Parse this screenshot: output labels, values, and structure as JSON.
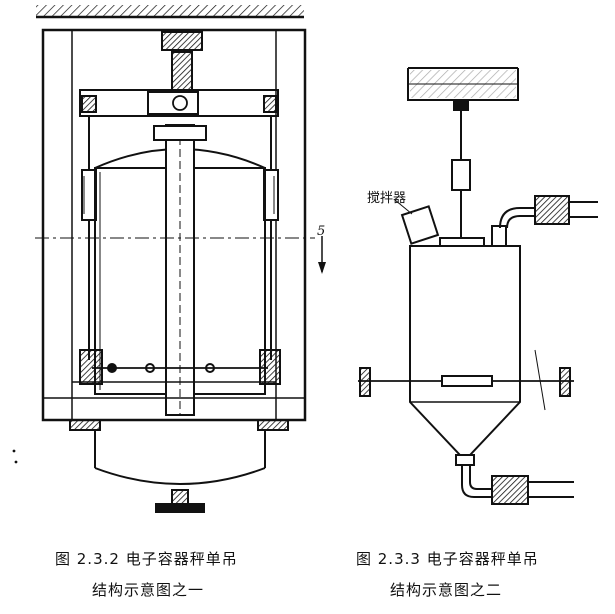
{
  "figure_left": {
    "caption_line1": "图 2.3.2  电子容器秤单吊",
    "caption_line2": "结构示意图之一",
    "section_mark": "5"
  },
  "figure_right": {
    "caption_line1": "图 2.3.3  电子容器秤单吊",
    "caption_line2": "结构示意图之二",
    "stirrer_label": "搅拌器"
  },
  "colors": {
    "ink": "#111111",
    "background": "#ffffff"
  }
}
